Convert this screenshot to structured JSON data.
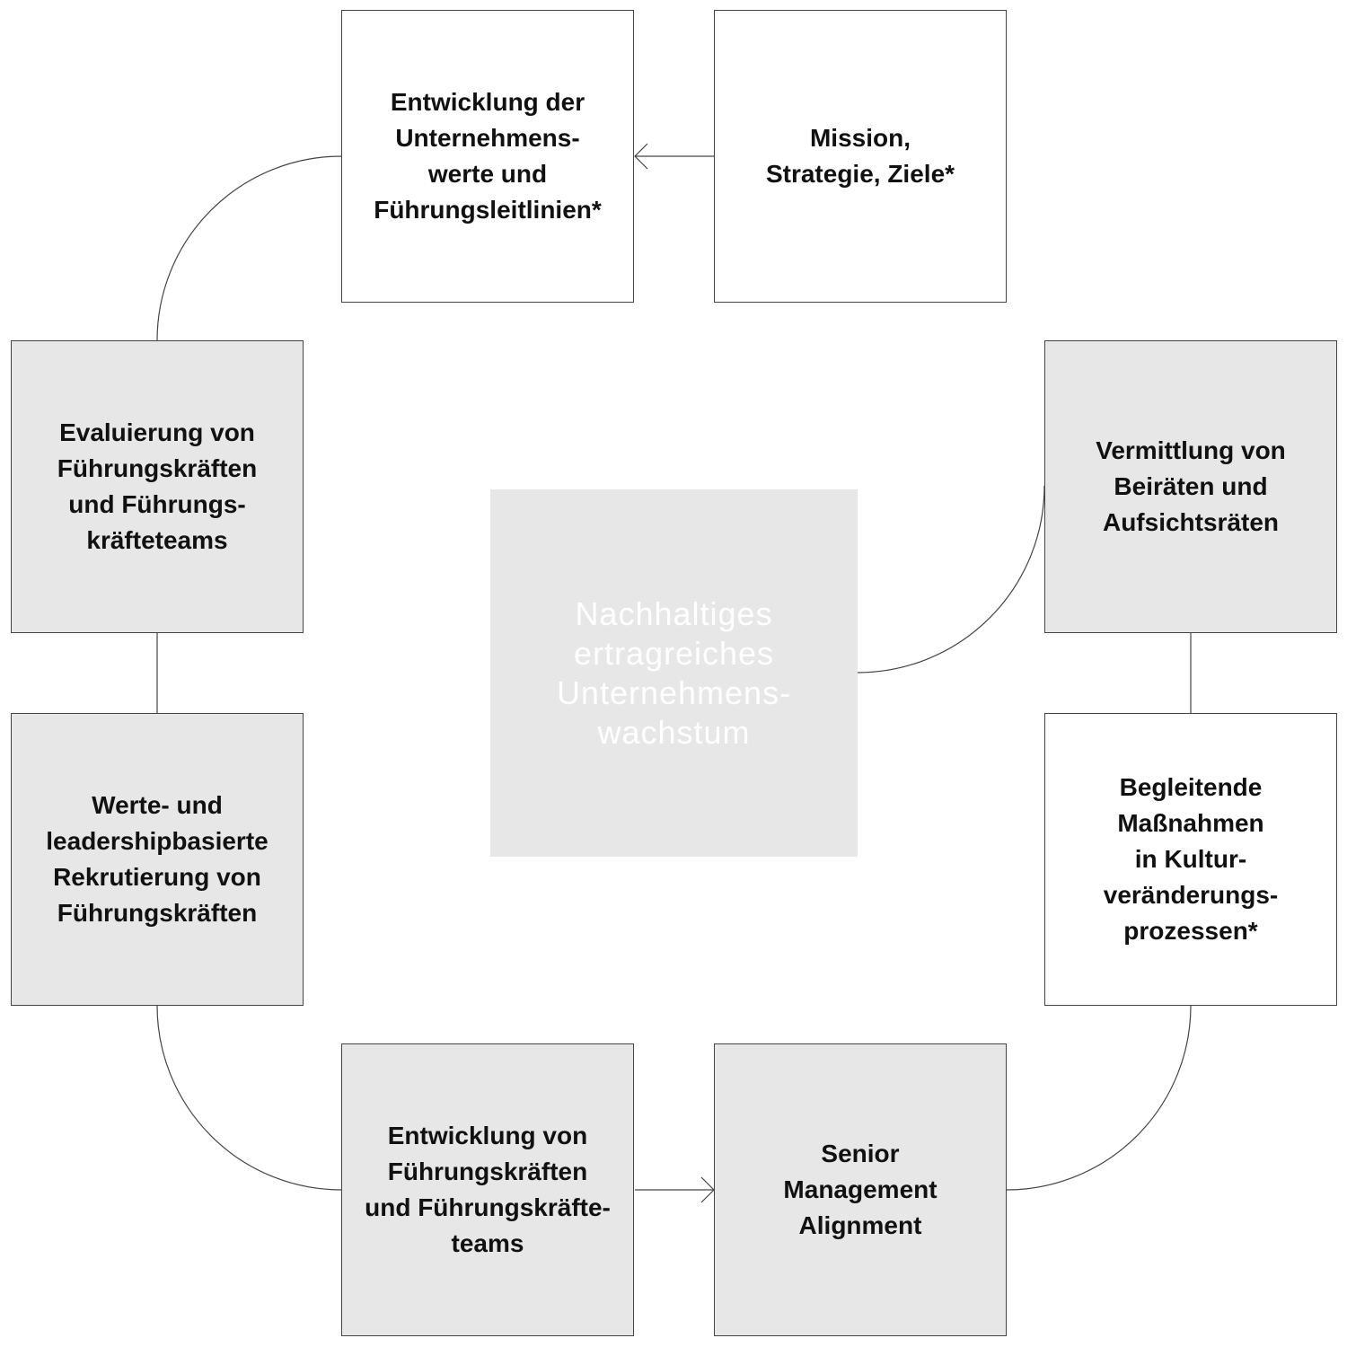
{
  "center": {
    "label": "Nachhaltiges\nertragreiches\nUnternehmens-\nwachstum"
  },
  "boxes": {
    "values": "Entwicklung der\nUnternehmens-\nwerte und\nFührungsleitlinien*",
    "mission": "Mission,\nStrategie, Ziele*",
    "boards": "Vermittlung von\nBeiräten und\nAufsichtsräten",
    "culture": "Begleitende\nMaßnahmen\nin Kultur-\nveränderungs-\nprozessen*",
    "senior": "Senior\nManagement\nAlignment",
    "development": "Entwicklung von\nFührungskräften\nund Führungskräfte-\nteams",
    "recruiting": "Werte- und\nleadershipbasierte\nRekrutierung von\nFührungskräften",
    "evaluation": "Evaluierung von\nFührungskräften\nund Führungs-\nkräfteteams"
  }
}
